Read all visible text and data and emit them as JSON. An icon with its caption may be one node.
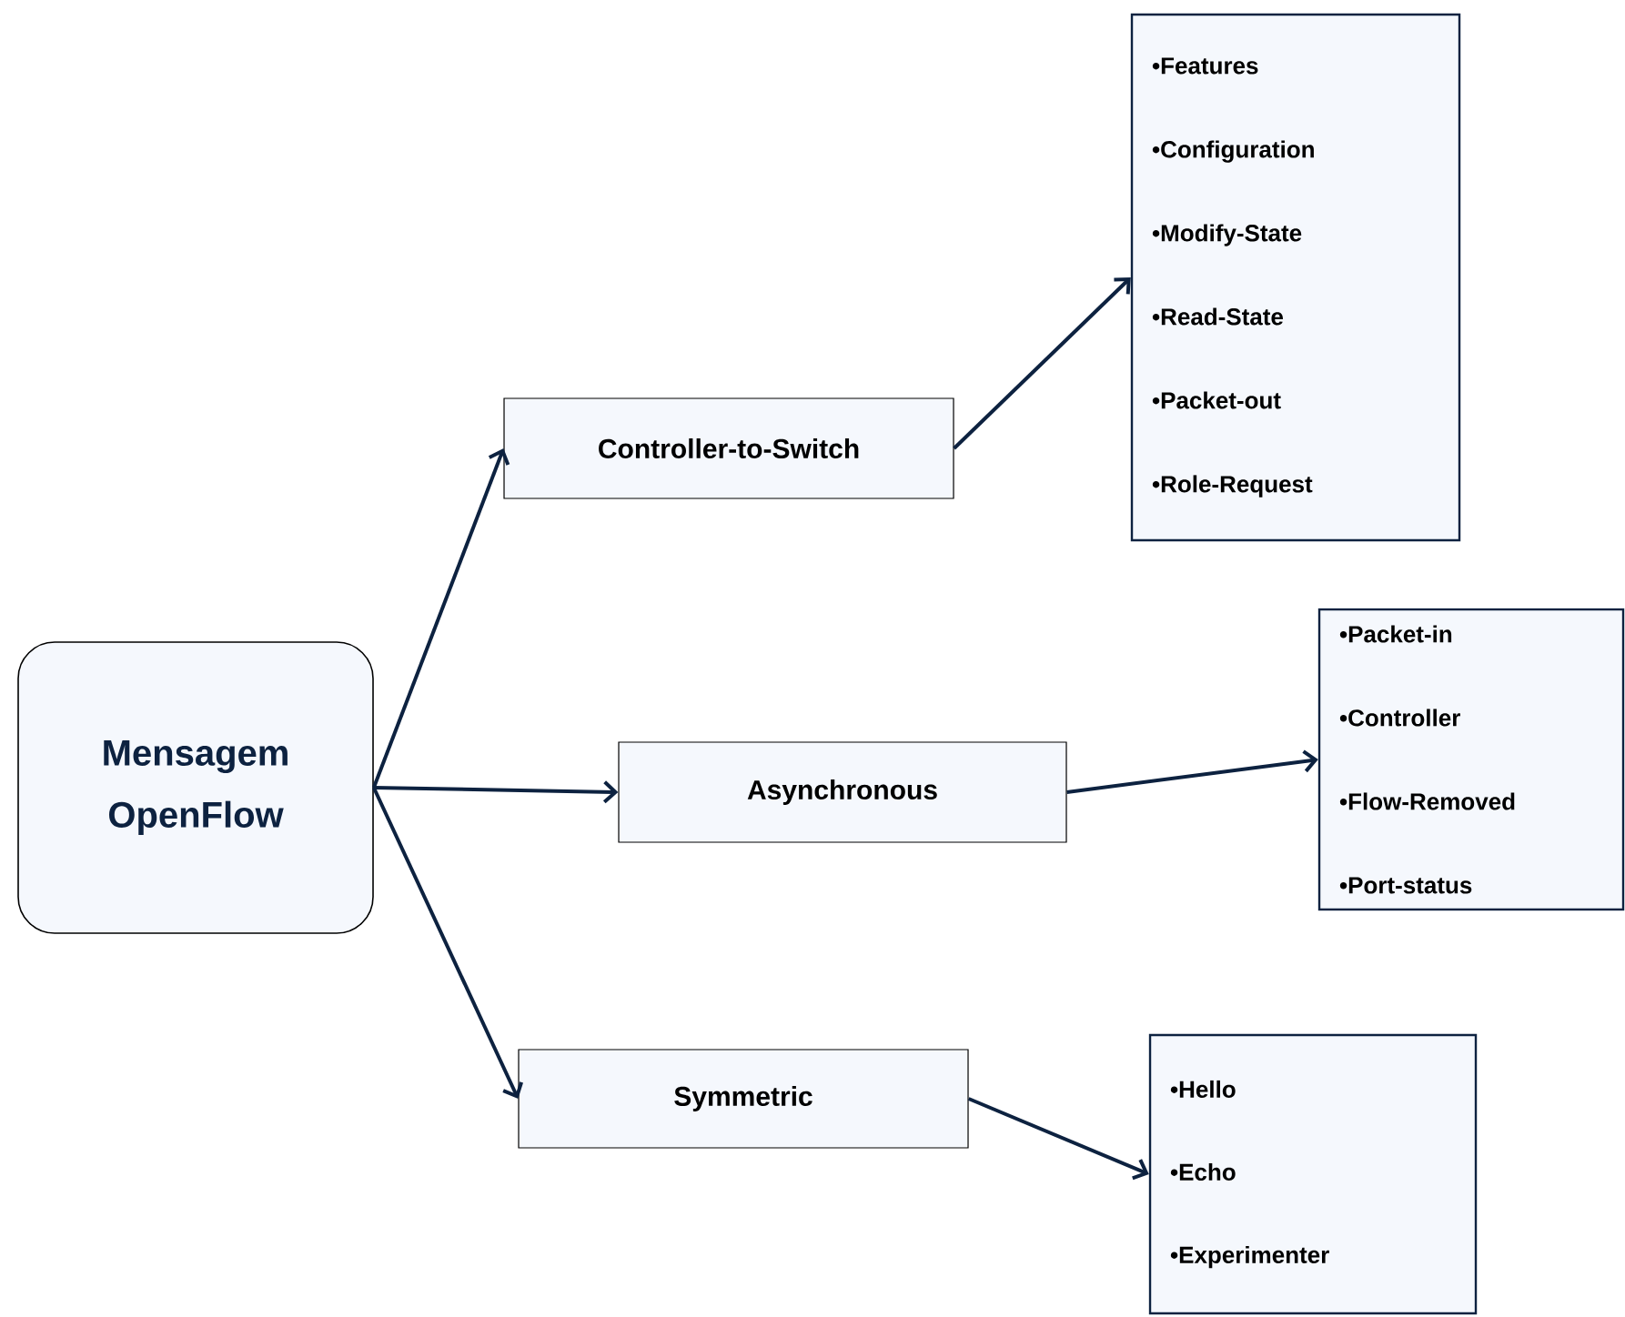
{
  "diagram": {
    "nodes": [
      {
        "text": [
          "Mensagem OpenFlow"
        ]
      },
      {
        "text": [
          "Controller-to-Switch"
        ]
      },
      {
        "text": [
          "•Features",
          "•Configuration",
          "•Modify-State",
          "•Read-State",
          "•Packet-out",
          "•Role-Request"
        ]
      },
      {
        "text": [
          "Asynchronous"
        ]
      },
      {
        "text": [
          "•Packet-in",
          "•Controller",
          "•Flow-Removed",
          "•Port-status"
        ]
      },
      {
        "text": [
          "Symmetric"
        ]
      },
      {
        "text": [
          "•Hello",
          "•Echo",
          "•Experimenter"
        ]
      }
    ],
    "edges": [
      {
        "from": 0,
        "to": 1,
        "arrow": "to"
      },
      {
        "from": 0,
        "to": 3,
        "arrow": "to"
      },
      {
        "from": 0,
        "to": 5,
        "arrow": "to"
      },
      {
        "from": 1,
        "to": 2,
        "arrow": "to"
      },
      {
        "from": 3,
        "to": 4,
        "arrow": "to"
      },
      {
        "from": 5,
        "to": 6,
        "arrow": "to"
      }
    ]
  }
}
